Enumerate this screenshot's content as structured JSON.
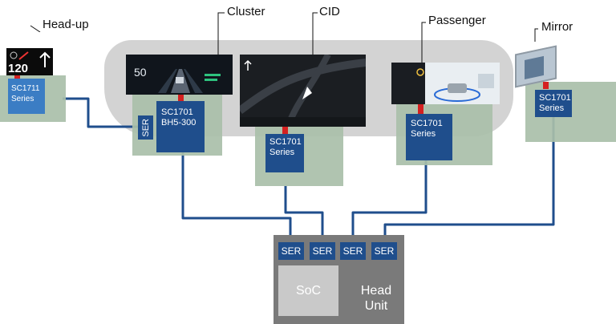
{
  "labels": {
    "headup": "Head-up",
    "cluster": "Cluster",
    "cid": "CID",
    "passenger": "Passenger",
    "mirror": "Mirror"
  },
  "chips": {
    "headup": {
      "line1": "SC1711",
      "line2": "Series"
    },
    "cluster": {
      "line1": "SC1701",
      "line2": "BH5-300"
    },
    "cid": {
      "line1": "SC1701",
      "line2": "Series"
    },
    "passenger": {
      "line1": "SC1701",
      "line2": "Series"
    },
    "mirror": {
      "line1": "SC1701",
      "line2": "Series"
    }
  },
  "cluster_ser": "SER",
  "head_unit": {
    "ser_labels": [
      "SER",
      "SER",
      "SER",
      "SER"
    ],
    "soc": "SoC",
    "title_line1": "Head",
    "title_line2": "Unit"
  },
  "screens": {
    "headup_speed": "120",
    "cluster_speed": "50"
  },
  "colors": {
    "chip_blue": "#1f4e8c",
    "headup_chip_blue": "#3b7dc4",
    "wire_blue": "#1f4e8c",
    "connector_red": "#d42020",
    "module_green": "#a9bfa9",
    "head_unit_gray": "#7a7a7a",
    "soc_gray": "#c9c9c9",
    "dashboard_gray": "#d3d3d3"
  }
}
